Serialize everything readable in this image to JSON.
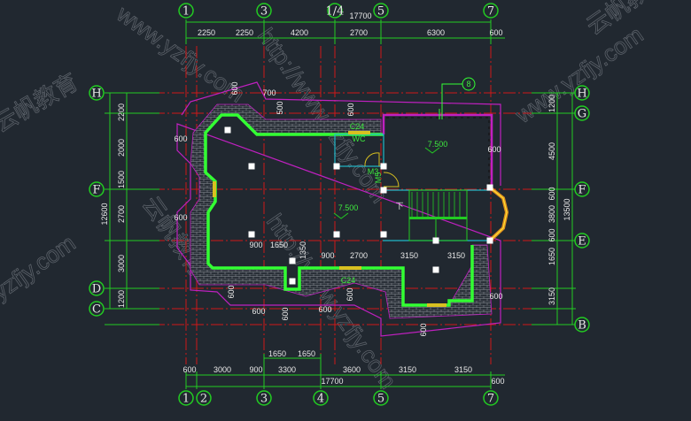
{
  "drawing": {
    "axes": {
      "top": [
        "1",
        "3",
        "1/4",
        "5",
        "7"
      ],
      "bottom": [
        "1",
        "2",
        "3",
        "4",
        "5",
        "7"
      ],
      "left": [
        "H",
        "F",
        "D",
        "C"
      ],
      "right": [
        "H",
        "G",
        "F",
        "E",
        "B"
      ]
    },
    "dims": {
      "top_total": "17700",
      "top_spans": [
        "2250",
        "2250",
        "4200",
        "2700",
        "6300",
        "600"
      ],
      "bottom_sub": [
        "1650",
        "1650"
      ],
      "bottom_spans": [
        "600",
        "3000",
        "900",
        "3300",
        "3600",
        "3150",
        "3150"
      ],
      "bottom_total": "17700",
      "bottom_extra": "600",
      "left_total": "12600",
      "left_spans": [
        "2200",
        "2000",
        "1500",
        "2700",
        "3000",
        "1200"
      ],
      "right_total": "13500",
      "right_spans": [
        "1200",
        "4500",
        "600",
        "3800",
        "600",
        "1650",
        "3150"
      ],
      "interior": [
        "900",
        "1650",
        "1350",
        "900",
        "2700",
        "3150",
        "3150",
        "700",
        "500",
        "600",
        "600",
        "600",
        "600",
        "600",
        "600",
        "600",
        "600",
        "600",
        "600",
        "600",
        "600"
      ]
    },
    "labels": {
      "wc": "WC",
      "door_m3": "M3",
      "door_m5": "M5",
      "stair_down": "下",
      "window_top": "C24",
      "window_bottom": "C24",
      "level_upper": "7.500",
      "level_main": "7.500",
      "index_mark": "8"
    },
    "watermarks": [
      "www.yzfjy.com",
      "http://www.yzfjy.com",
      "云帆教育",
      "www.yzfjy.com",
      "云帆教育",
      "yzfjy.com",
      "云帆教育",
      "http://www.yzfjy.com"
    ]
  },
  "colors": {
    "background": "#212830",
    "axis": "#22cc22",
    "grid": "#d01818",
    "wall": "#33ff33",
    "outline": "#c020c0",
    "brick": "#8a8f96",
    "window": "#d8c020",
    "cyan": "#20b8c8"
  }
}
